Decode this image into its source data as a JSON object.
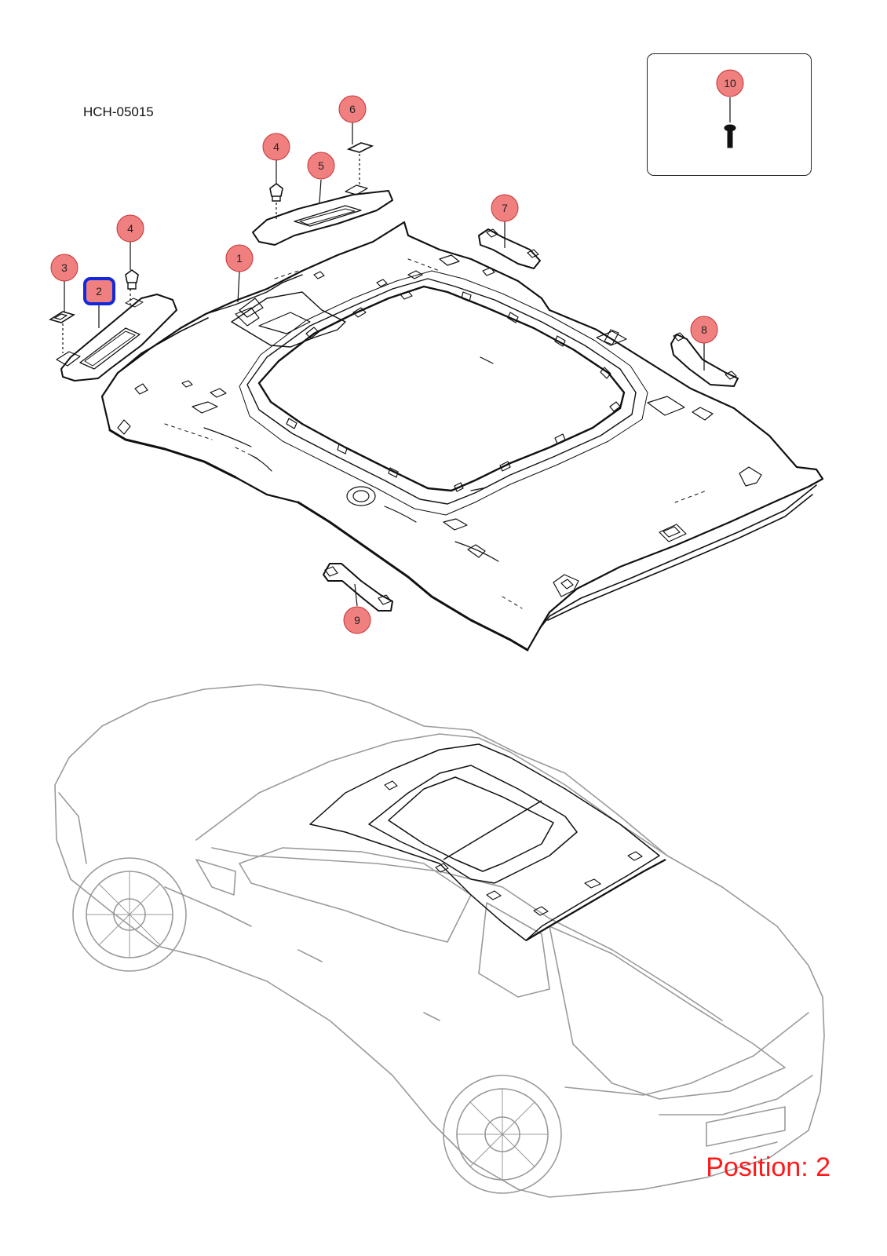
{
  "diagram": {
    "code": "HCH-05015",
    "position_label": "Position: 2",
    "selected_callout": "2",
    "colors": {
      "callout_fill": "#f08080",
      "callout_stroke": "#c83232",
      "highlight": "#1428dc",
      "position_text": "#ff1a1a",
      "line": "#111111",
      "car_line": "#9a9a9a"
    },
    "callouts": [
      {
        "id": "1",
        "label": "1"
      },
      {
        "id": "2",
        "label": "2"
      },
      {
        "id": "3",
        "label": "3"
      },
      {
        "id": "4a",
        "label": "4"
      },
      {
        "id": "4b",
        "label": "4"
      },
      {
        "id": "5",
        "label": "5"
      },
      {
        "id": "6",
        "label": "6"
      },
      {
        "id": "7",
        "label": "7"
      },
      {
        "id": "8",
        "label": "8"
      },
      {
        "id": "9",
        "label": "9"
      },
      {
        "id": "10",
        "label": "10"
      }
    ]
  }
}
